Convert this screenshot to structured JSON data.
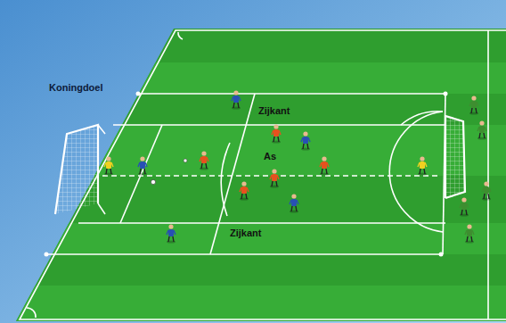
{
  "diagram": {
    "labels": [
      "Koningdoel",
      "Zijkant",
      "As",
      "Zijkant"
    ]
  }
}
